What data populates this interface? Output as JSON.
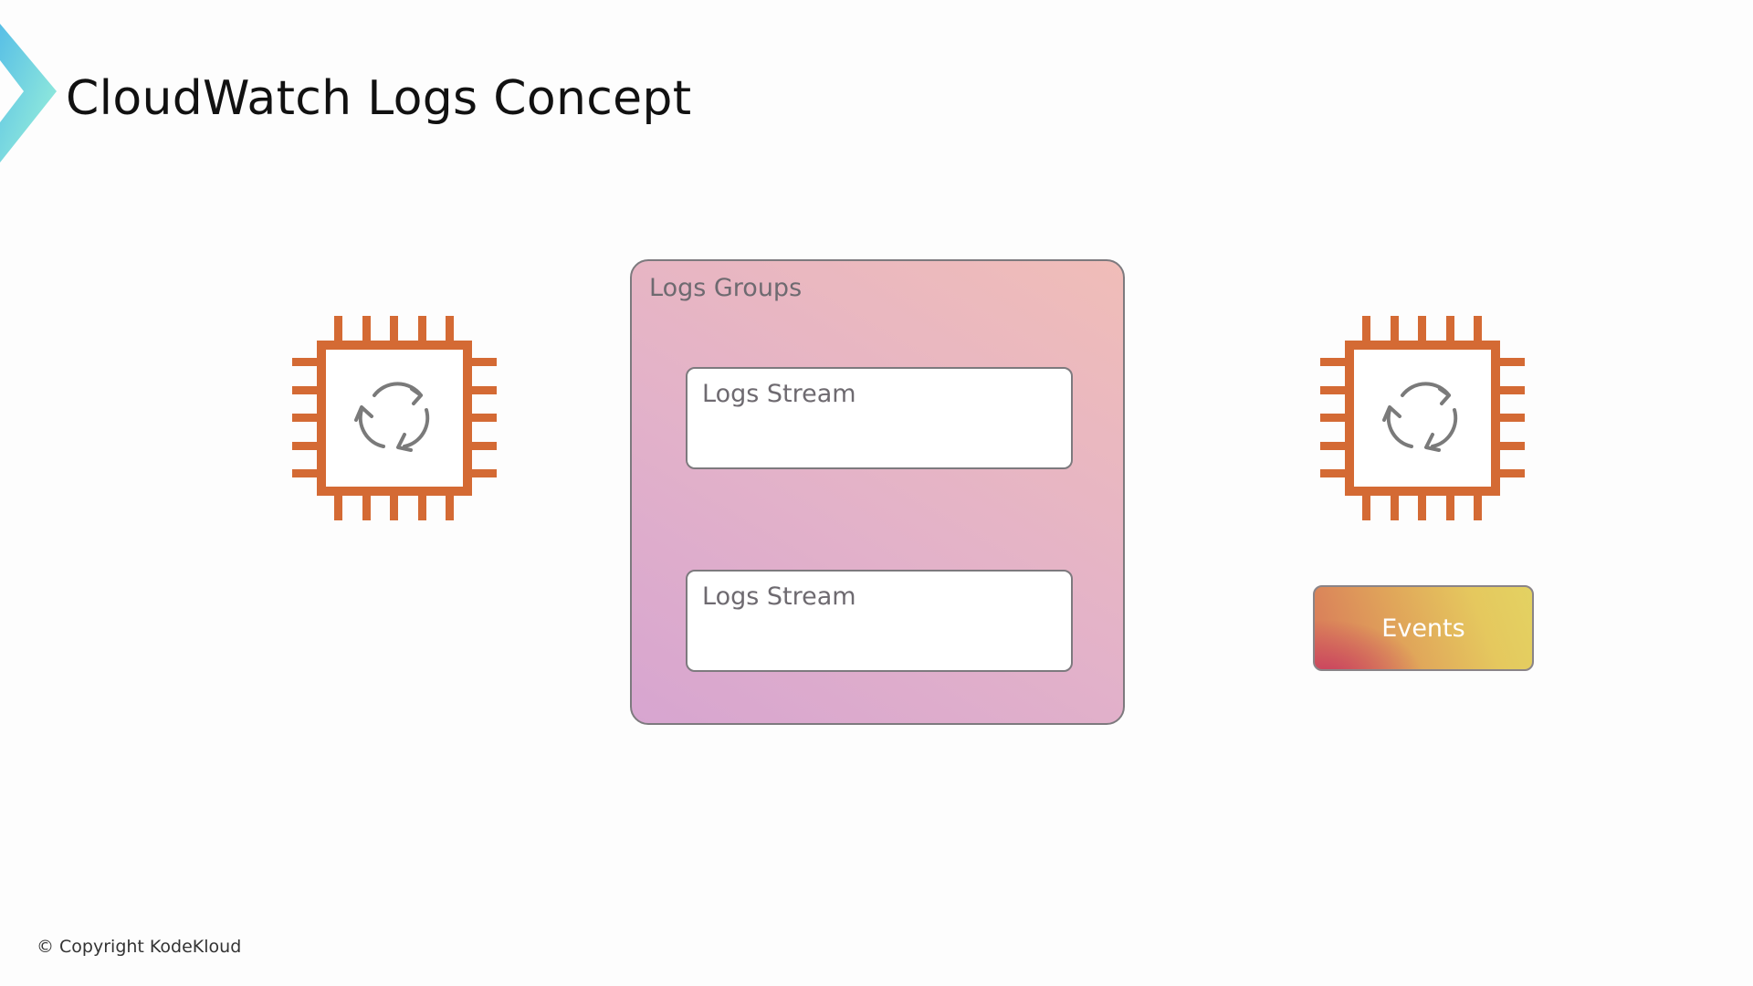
{
  "header": {
    "title": "CloudWatch Logs Concept"
  },
  "diagram": {
    "logs_group": {
      "label": "Logs Groups",
      "streams": [
        {
          "label": "Logs Stream"
        },
        {
          "label": "Logs Stream"
        }
      ]
    },
    "events": {
      "label": "Events"
    },
    "instances": [
      {
        "icon": "ec2-instance-chip-icon"
      },
      {
        "icon": "ec2-instance-chip-icon"
      }
    ]
  },
  "footer": {
    "copyright": "© Copyright KodeKloud"
  },
  "colors": {
    "chip_orange": "#d46a34",
    "arrow_gray": "#7a7a7a",
    "border_gray": "#7d7a7e",
    "logo_teal": "#6fe3d0"
  }
}
